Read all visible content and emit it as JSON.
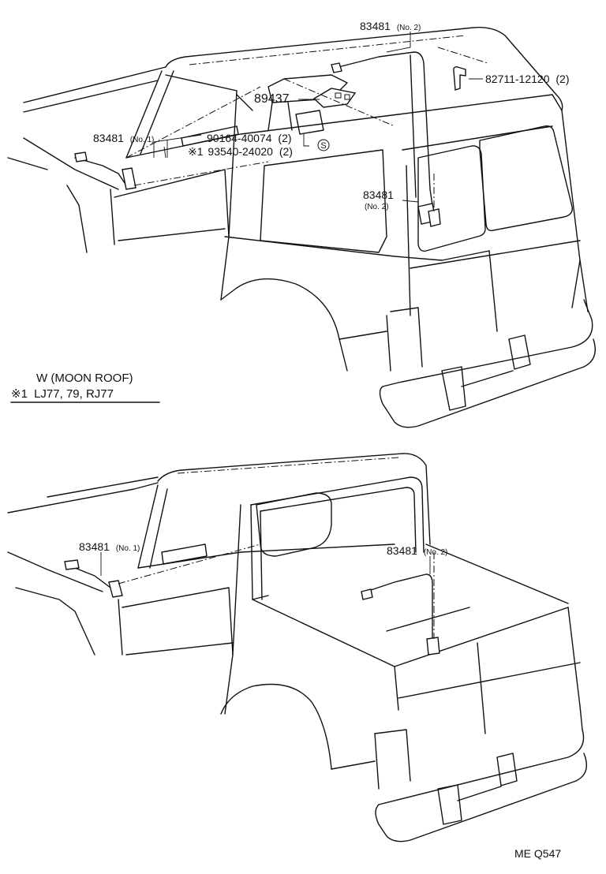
{
  "diagram": {
    "upper_labels": {
      "wire_no2_top": {
        "part": "83481",
        "qual": "(No. 2)"
      },
      "clip": {
        "part": "82711-12120",
        "qty": "(2)"
      },
      "switch": {
        "part": "89437"
      },
      "wire_no1": {
        "part": "83481",
        "qual": "(No. 1)"
      },
      "screw": {
        "part": "90164-40074",
        "qty": "(2)"
      },
      "screw_alt": {
        "mark": "※1",
        "part": "93540-24020",
        "qty": "(2)"
      },
      "s_symbol": "S",
      "wire_no2_rear": {
        "part": "83481",
        "qual": "(No. 2)"
      }
    },
    "legend": {
      "line1": "W (MOON  ROOF)",
      "line2_mark": "※1",
      "line2_text": "LJ77, 79, RJ77"
    },
    "lower_labels": {
      "wire_no1": {
        "part": "83481",
        "qual": "(No. 1)"
      },
      "wire_no2": {
        "part": "83481",
        "qual": "(No. 2)"
      }
    },
    "code": "ME  Q547"
  }
}
